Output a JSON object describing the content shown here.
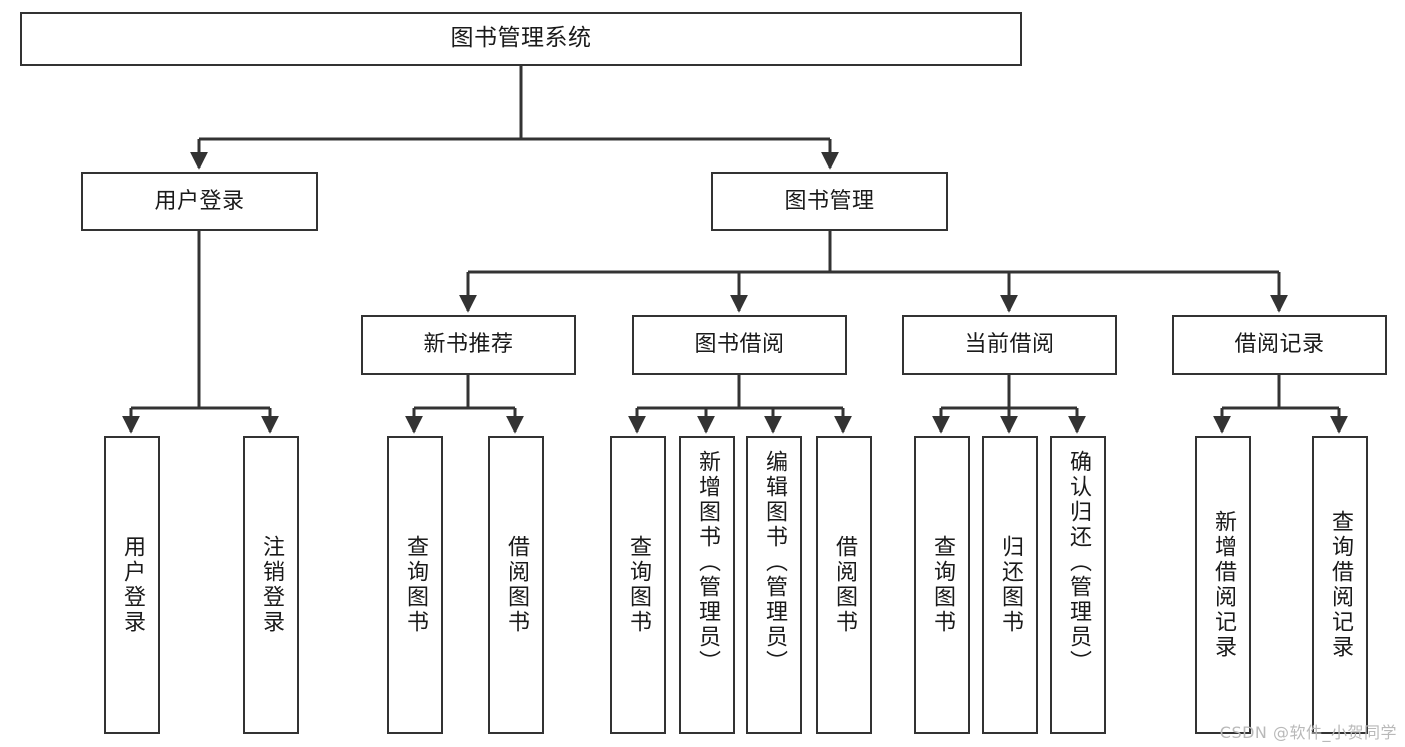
{
  "diagram": {
    "title": "图书管理系统",
    "type": "tree",
    "watermark": "CSDN @软件_小贺同学",
    "edge_color": "#333333",
    "node_border_color": "#333333",
    "node_fill_color": "#ffffff",
    "text_color": "#1a1a1a",
    "nodes": {
      "root": {
        "label": "图书管理系统",
        "level": 0
      },
      "user_login": {
        "label": "用户登录",
        "level": 1
      },
      "book_manage": {
        "label": "图书管理",
        "level": 1
      },
      "new_book_rec": {
        "label": "新书推荐",
        "level": 2
      },
      "book_borrow": {
        "label": "图书借阅",
        "level": 2
      },
      "current_borrow": {
        "label": "当前借阅",
        "level": 2
      },
      "borrow_record": {
        "label": "借阅记录",
        "level": 2
      },
      "leaf_user_login": {
        "label": "用户登录",
        "level": 2
      },
      "leaf_logout": {
        "label": "注销登录",
        "level": 2
      },
      "leaf_query_book_1": {
        "label": "查询图书",
        "level": 3
      },
      "leaf_borrow_book_1": {
        "label": "借阅图书",
        "level": 3
      },
      "leaf_query_book_2": {
        "label": "查询图书",
        "level": 3
      },
      "leaf_add_book": {
        "label": "新增图书（管理员）",
        "level": 3
      },
      "leaf_edit_book": {
        "label": "编辑图书（管理员）",
        "level": 3
      },
      "leaf_borrow_book_2": {
        "label": "借阅图书",
        "level": 3
      },
      "leaf_query_book_3": {
        "label": "查询图书",
        "level": 3
      },
      "leaf_return_book": {
        "label": "归还图书",
        "level": 3
      },
      "leaf_confirm_return": {
        "label": "确认归还（管理员）",
        "level": 3
      },
      "leaf_add_record": {
        "label": "新增借阅记录",
        "level": 3
      },
      "leaf_query_record": {
        "label": "查询借阅记录",
        "level": 3
      }
    },
    "edges": [
      {
        "from": "root",
        "to": "user_login"
      },
      {
        "from": "root",
        "to": "book_manage"
      },
      {
        "from": "user_login",
        "to": "leaf_user_login"
      },
      {
        "from": "user_login",
        "to": "leaf_logout"
      },
      {
        "from": "book_manage",
        "to": "new_book_rec"
      },
      {
        "from": "book_manage",
        "to": "book_borrow"
      },
      {
        "from": "book_manage",
        "to": "current_borrow"
      },
      {
        "from": "book_manage",
        "to": "borrow_record"
      },
      {
        "from": "new_book_rec",
        "to": "leaf_query_book_1"
      },
      {
        "from": "new_book_rec",
        "to": "leaf_borrow_book_1"
      },
      {
        "from": "book_borrow",
        "to": "leaf_query_book_2"
      },
      {
        "from": "book_borrow",
        "to": "leaf_add_book"
      },
      {
        "from": "book_borrow",
        "to": "leaf_edit_book"
      },
      {
        "from": "book_borrow",
        "to": "leaf_borrow_book_2"
      },
      {
        "from": "current_borrow",
        "to": "leaf_query_book_3"
      },
      {
        "from": "current_borrow",
        "to": "leaf_return_book"
      },
      {
        "from": "current_borrow",
        "to": "leaf_confirm_return"
      },
      {
        "from": "borrow_record",
        "to": "leaf_add_record"
      },
      {
        "from": "borrow_record",
        "to": "leaf_query_record"
      }
    ]
  }
}
